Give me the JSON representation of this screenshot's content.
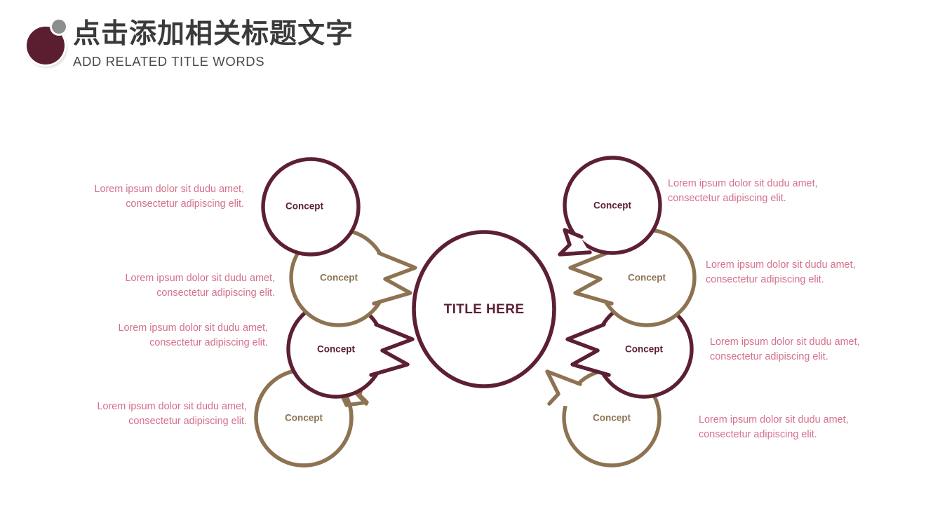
{
  "header": {
    "brand_mark_icon": "circle-logo-icon",
    "title": "点击添加相关标题文字",
    "subtitle": "ADD RELATED TITLE WORDS"
  },
  "colors": {
    "maroon": "#5c1f33",
    "tan": "#8d7352",
    "caption_rose": "#d4708a",
    "title_gray": "#3a3a3a",
    "background": "#ffffff"
  },
  "center": {
    "label": "TITLE HERE"
  },
  "bubbles": [
    {
      "id": "left-1",
      "label": "Concept",
      "color": "maroon",
      "side": "left",
      "tail": false
    },
    {
      "id": "left-2",
      "label": "Concept",
      "color": "tan",
      "side": "left",
      "tail": true
    },
    {
      "id": "left-3",
      "label": "Concept",
      "color": "maroon",
      "side": "left",
      "tail": true
    },
    {
      "id": "left-4",
      "label": "Concept",
      "color": "tan",
      "side": "left",
      "tail": true
    },
    {
      "id": "right-1",
      "label": "Concept",
      "color": "maroon",
      "side": "right",
      "tail": true
    },
    {
      "id": "right-2",
      "label": "Concept",
      "color": "tan",
      "side": "right",
      "tail": true
    },
    {
      "id": "right-3",
      "label": "Concept",
      "color": "maroon",
      "side": "right",
      "tail": true
    },
    {
      "id": "right-4",
      "label": "Concept",
      "color": "tan",
      "side": "right",
      "tail": true
    }
  ],
  "captions": {
    "left": [
      {
        "line1": "Lorem ipsum dolor sit dudu amet,",
        "line2": "consectetur adipiscing elit."
      },
      {
        "line1": "Lorem ipsum dolor sit dudu amet,",
        "line2": "consectetur adipiscing elit."
      },
      {
        "line1": "Lorem ipsum dolor sit dudu amet,",
        "line2": "consectetur adipiscing elit."
      },
      {
        "line1": "Lorem ipsum dolor sit dudu amet,",
        "line2": "consectetur adipiscing elit."
      }
    ],
    "right": [
      {
        "line1": "Lorem ipsum dolor sit dudu amet,",
        "line2": "consectetur adipiscing elit."
      },
      {
        "line1": "Lorem ipsum dolor sit dudu amet,",
        "line2": "consectetur adipiscing elit."
      },
      {
        "line1": "Lorem ipsum dolor sit dudu amet,",
        "line2": "consectetur adipiscing elit."
      },
      {
        "line1": "Lorem ipsum dolor sit dudu amet,",
        "line2": "consectetur adipiscing elit."
      }
    ]
  }
}
